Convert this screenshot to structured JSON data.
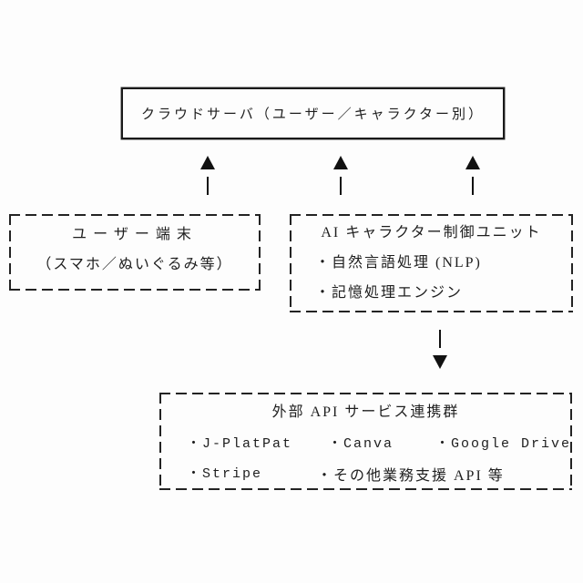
{
  "colors": {
    "background": "#fdfdfd",
    "ink": "#1e1e1e",
    "border": "#232323"
  },
  "icons": {
    "up_arrow": "triangle-up",
    "down_arrow": "triangle-down"
  },
  "nodes": {
    "cloud_server": {
      "label": "クラウドサーバ（ユーザー／キャラクター別）"
    },
    "user_terminal": {
      "line1": "ユーザー端末",
      "line2": "（スマホ／ぬいぐるみ等）"
    },
    "ai_control_unit": {
      "title": "AI キャラクター制御ユニット",
      "bullets": [
        "・自然言語処理 (NLP)",
        "・記憶処理エンジン"
      ]
    },
    "external_api_group": {
      "title": "外部 API サービス連携群",
      "row1": [
        "・J-PlatPat",
        "・Canva",
        "・Google Drive"
      ],
      "row2": [
        "・Stripe",
        "・その他業務支援 API 等"
      ]
    }
  }
}
